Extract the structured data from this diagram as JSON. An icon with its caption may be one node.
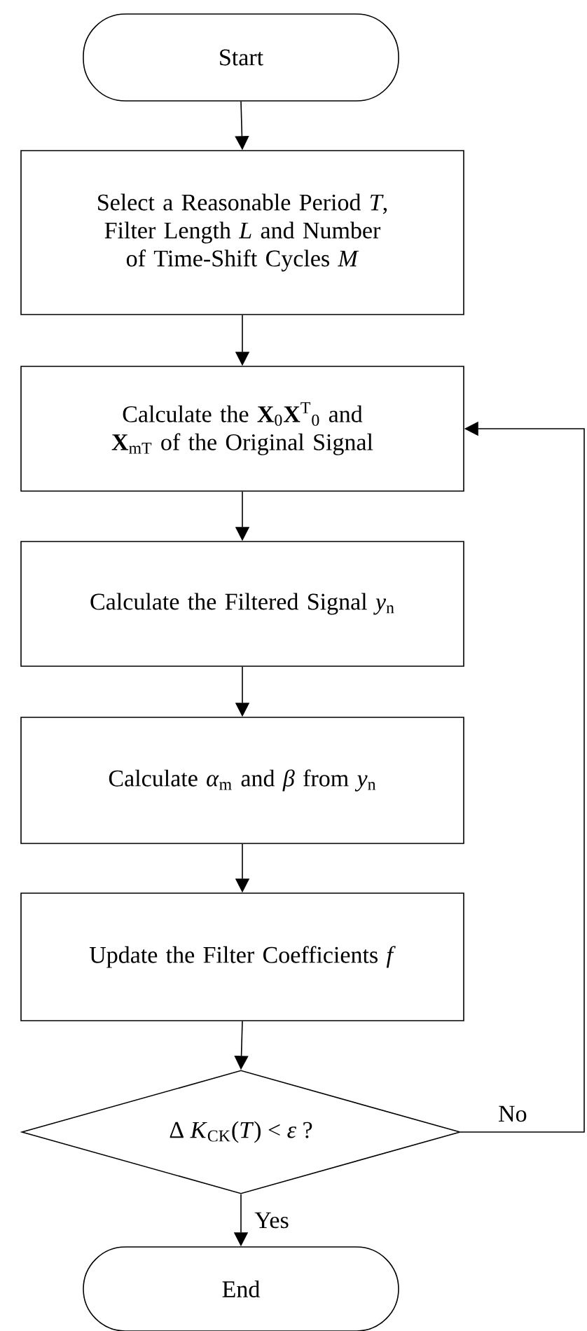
{
  "diagram": {
    "nodes": [
      {
        "text": [
          "Start"
        ]
      },
      {
        "text": [
          "Select a Reasonable Period *T*, Filter Length *L* and Number of Time-Shift Cycles *M*"
        ]
      },
      {
        "text": [
          "Calculate the **X**$_{0}$**X**$^{T}$$_{0}$ and **X**$_{mT}$ of the Original Signal"
        ]
      },
      {
        "text": [
          "Calculate the Filtered Signal *y*$_{n}$"
        ]
      },
      {
        "text": [
          "Calculate *α*$_{m}$ and *β* from *y*$_{n}$"
        ]
      },
      {
        "text": [
          "Update the Filter Coefficients *f*"
        ]
      },
      {
        "text": [
          "Δ *K*$_{CK}$(*T*) < *ε* ?"
        ]
      },
      {
        "text": [
          "End"
        ]
      }
    ],
    "edges": [
      {
        "from": 0,
        "to": 1,
        "arrow": "to"
      },
      {
        "from": 1,
        "to": 2,
        "arrow": "to"
      },
      {
        "from": 2,
        "to": 3,
        "arrow": "to"
      },
      {
        "from": 3,
        "to": 4,
        "arrow": "to"
      },
      {
        "from": 4,
        "to": 5,
        "arrow": "to"
      },
      {
        "from": 5,
        "to": 6,
        "arrow": "to"
      },
      {
        "from": 6,
        "to": 7,
        "arrow": "to",
        "label": "Yes"
      },
      {
        "from": 6,
        "to": 2,
        "arrow": "to",
        "label": "No"
      }
    ]
  }
}
